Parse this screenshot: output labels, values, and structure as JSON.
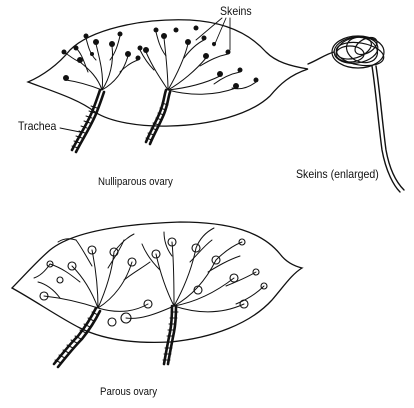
{
  "labels": {
    "skeins": "Skeins",
    "trachea": "Trachea",
    "nulliparous": "Nulliparous ovary",
    "skeins_enlarged": "Skeins (enlarged)",
    "parous": "Parous ovary"
  },
  "colors": {
    "ink": "#111111",
    "background": "#ffffff"
  }
}
